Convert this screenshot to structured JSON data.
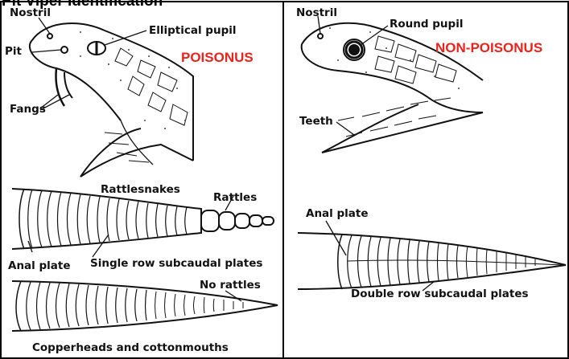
{
  "header": {
    "title": "Pit Viper Identification"
  },
  "left_panel": {
    "verdict": "POISONUS",
    "labels": {
      "nostril": "Nostril",
      "elliptical_pupil": "Elliptical pupil",
      "pit": "Pit",
      "fangs": "Fangs",
      "rattlesnakes": "Rattlesnakes",
      "rattles": "Rattles",
      "anal_plate": "Anal plate",
      "single_row": "Single row subcaudal plates",
      "no_rattles": "No rattles",
      "copperheads": "Copperheads and cottonmouths"
    }
  },
  "right_panel": {
    "verdict": "NON-POISONUS",
    "labels": {
      "nostril": "Nostril",
      "round_pupil": "Round pupil",
      "teeth": "Teeth",
      "anal_plate": "Anal plate",
      "double_row": "Double row subcaudal plates"
    }
  },
  "colors": {
    "verdict": "#e8241c",
    "ink": "#111111",
    "frame": "#000000"
  }
}
